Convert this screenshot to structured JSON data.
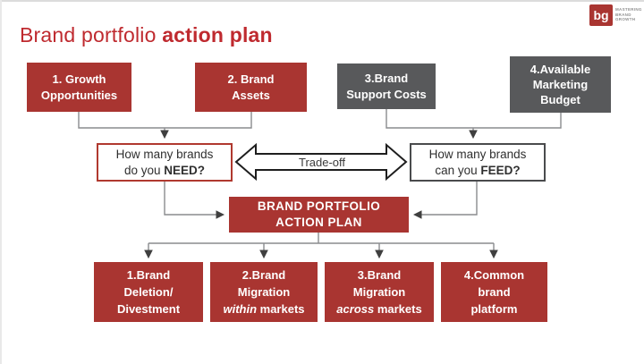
{
  "slide": {
    "title": {
      "normal": "Brand portfolio ",
      "bold": "action plan"
    },
    "logo": {
      "mark": "bg",
      "tagline_lines": [
        "MASTERING",
        "BRAND",
        "GROWTH"
      ]
    }
  },
  "colors": {
    "box_red": "#A93531",
    "box_gray": "#58595B",
    "title_red": "#BF2A2F",
    "connector_line": "#8a8c8e",
    "arrowhead": "#3f3f3f"
  },
  "top_row": [
    {
      "label": "1. Growth\nOpportunities",
      "style": "red"
    },
    {
      "label": "2. Brand\nAssets",
      "style": "red"
    },
    {
      "label": "3.Brand\nSupport Costs",
      "style": "gray"
    },
    {
      "label": "4.Available\nMarketing\nBudget",
      "style": "gray"
    }
  ],
  "question_row": {
    "need_box": {
      "line1": "How many brands",
      "line2_prefix": "do you ",
      "line2_bold": "NEED?"
    },
    "tradeoff_label": "Trade-off",
    "feed_box": {
      "line1": "How many brands",
      "line2_prefix": "can you ",
      "line2_bold": "FEED?"
    }
  },
  "center_box": {
    "label": "BRAND PORTFOLIO\nACTION PLAN"
  },
  "bottom_row": [
    {
      "pre": "1.Brand\nDeletion/",
      "italic": "",
      "rest": "Divestment"
    },
    {
      "pre": "2.Brand\nMigration",
      "italic": "within",
      "rest": " markets"
    },
    {
      "pre": "3.Brand\nMigration",
      "italic": "across",
      "rest": " markets"
    },
    {
      "pre": "4.Common\nbrand",
      "italic": "",
      "rest": "platform"
    }
  ]
}
